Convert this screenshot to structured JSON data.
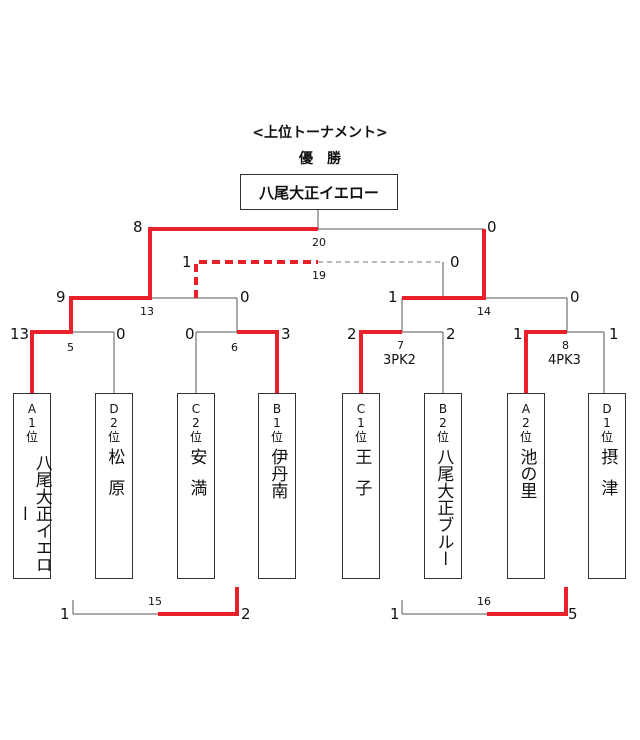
{
  "title": "<上位トーナメント>",
  "champion_label": "優　勝",
  "champion": "八尾大正イエロー",
  "colors": {
    "winner_line": "#e8202a",
    "line": "#555555",
    "dashed": "#777777"
  },
  "teams": [
    {
      "group": "A",
      "rank": "1",
      "unit": "位",
      "name": "八尾大正イエロー"
    },
    {
      "group": "D",
      "rank": "2",
      "unit": "位",
      "name": "松原"
    },
    {
      "group": "C",
      "rank": "2",
      "unit": "位",
      "name": "安満"
    },
    {
      "group": "B",
      "rank": "1",
      "unit": "位",
      "name": "伊丹南"
    },
    {
      "group": "C",
      "rank": "1",
      "unit": "位",
      "name": "王子"
    },
    {
      "group": "B",
      "rank": "2",
      "unit": "位",
      "name": "八尾大正ブルー"
    },
    {
      "group": "A",
      "rank": "2",
      "unit": "位",
      "name": "池の里"
    },
    {
      "group": "D",
      "rank": "1",
      "unit": "位",
      "name": "摂津"
    }
  ],
  "matches": {
    "m5": {
      "no": "5",
      "left": "13",
      "right": "0"
    },
    "m6": {
      "no": "6",
      "left": "0",
      "right": "3"
    },
    "m7": {
      "no": "7",
      "left": "2",
      "right": "2",
      "pk": "3PK2"
    },
    "m8": {
      "no": "8",
      "left": "1",
      "right": "1",
      "pk": "4PK3"
    },
    "m13": {
      "no": "13",
      "left": "9",
      "right": "0"
    },
    "m14": {
      "no": "14",
      "left": "1",
      "right": "0"
    },
    "m19": {
      "no": "19",
      "left": "1",
      "right": "0"
    },
    "m20": {
      "no": "20",
      "left": "8",
      "right": "0"
    },
    "m15": {
      "no": "15",
      "left": "1",
      "right": "2"
    },
    "m16": {
      "no": "16",
      "left": "1",
      "right": "5"
    }
  }
}
